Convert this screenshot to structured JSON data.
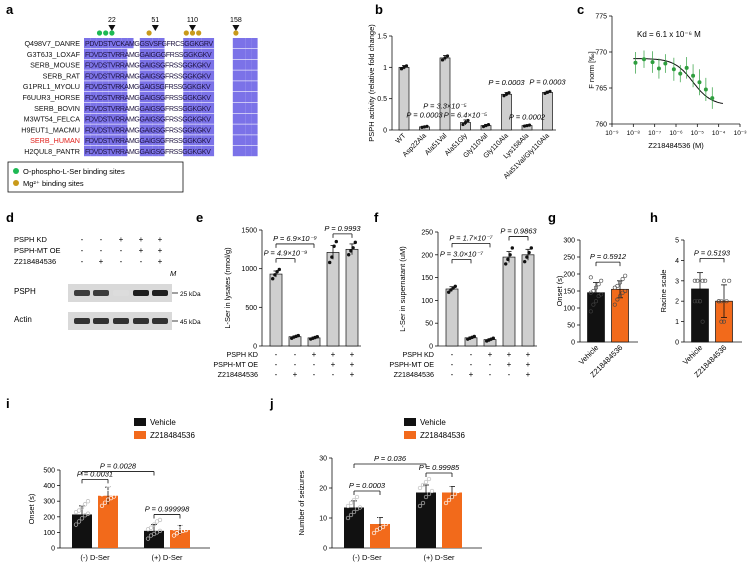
{
  "panel_a": {
    "letter": "a",
    "positions": [
      "22",
      "51",
      "110",
      "158"
    ],
    "rows": [
      {
        "name": "Q498V7_DANRE",
        "seq": "PDVDSTVCKAMGGSVSFGFRCSGGKGRV",
        "highlight": false
      },
      {
        "name": "G3T6J3_LOXAF",
        "seq": "FDVDSTVRRAMGGAIGGGFRSSGGKGKV",
        "highlight": false
      },
      {
        "name": "SERB_MOUSE",
        "seq": "FDVDSTVRRAMGGAIGSGFRSSGGKGKV",
        "highlight": false
      },
      {
        "name": "SERB_RAT",
        "seq": "FDVDSTVRRAMGGAIGSGFRSSGGKGKV",
        "highlight": false
      },
      {
        "name": "G1PRL1_MYOLU",
        "seq": "FDVDSTVRKAMGGAIGSGFRSSGGKGKV",
        "highlight": false
      },
      {
        "name": "F6UUR3_HORSE",
        "seq": "FDVDSTVRRAMGGAIGSGFRSSGGKGKV",
        "highlight": false
      },
      {
        "name": "SERB_BOVIN",
        "seq": "FDVDSTVRRAMGGAIGSGFRSSGGKGKV",
        "highlight": false
      },
      {
        "name": "M3WT54_FELCA",
        "seq": "FDVDSTVRRAMGGAIGSGFRSSGGKGKV",
        "highlight": false
      },
      {
        "name": "H9EUT1_MACMU",
        "seq": "FDVDSTVRRAMGGAIGSGFRSSGGKGKV",
        "highlight": false
      },
      {
        "name": "SERB_HUMAN",
        "seq": "FDVDSTVRRAMGGAIGSGFRSSGGKGKV",
        "highlight": true
      },
      {
        "name": "H2QUL8_PANTR",
        "seq": "FDVDSTVRRAMGGAIGSGFRSSGGKGKV",
        "highlight": false
      }
    ],
    "legend": [
      {
        "label": "O-phospho-L-Ser binding sites",
        "color": "#1db954"
      },
      {
        "label": "Mg²⁺ binding sites",
        "color": "#c99a1a"
      }
    ]
  },
  "panel_d": {
    "letter": "d",
    "conditions": [
      {
        "label": "PSPH KD",
        "values": [
          "-",
          "-",
          "+",
          "+",
          "+"
        ]
      },
      {
        "label": "PSPH-MT OE",
        "values": [
          "-",
          "-",
          "-",
          "+",
          "+"
        ]
      },
      {
        "label": "Z218484536",
        "values": [
          "-",
          "+",
          "-",
          "-",
          "+"
        ]
      }
    ],
    "marker": "M",
    "blots": [
      {
        "label": "PSPH",
        "kda": "25 kDa",
        "intensity": [
          0.85,
          0.85,
          0.05,
          1.0,
          1.0
        ]
      },
      {
        "label": "Actin",
        "kda": "45 kDa",
        "intensity": [
          0.9,
          0.9,
          0.9,
          0.9,
          0.9
        ]
      }
    ]
  },
  "chart_data": [
    {
      "panel": "b",
      "type": "bar",
      "ylabel": "PSPH activity (relative fold change)",
      "ylim": [
        0,
        1.5
      ],
      "yticks": [
        0,
        0.5,
        1.0,
        1.5
      ],
      "categories": [
        "WT",
        "Asp22Ala",
        "Ala51Val",
        "Ala51Gly",
        "Gly110Val",
        "Gly110Ala",
        "Lys158Ala",
        "Ala51Val/Gly110Ala"
      ],
      "values": [
        1.0,
        0.05,
        1.15,
        0.12,
        0.07,
        0.57,
        0.07,
        0.6
      ],
      "errors": [
        0.03,
        0.01,
        0.04,
        0.04,
        0.02,
        0.03,
        0.01,
        0.02
      ],
      "annotations": [
        {
          "text": "P = 0.0003",
          "category": 1,
          "y": 0.2
        },
        {
          "text": "P = 3.3×10⁻⁵",
          "category": 2,
          "y": 0.34
        },
        {
          "text": "P = 6.4×10⁻⁵",
          "category": 3,
          "y": 0.2
        },
        {
          "text": "P = 0.0003",
          "category": 5,
          "y": 0.72
        },
        {
          "text": "P = 0.0002",
          "category": 6,
          "y": 0.17
        },
        {
          "text": "P = 0.0003",
          "category": 7,
          "y": 0.73
        }
      ]
    },
    {
      "panel": "c",
      "type": "scatter",
      "ylabel": "F norm [‰]",
      "xlabel": "Z218484536 (M)",
      "annotation": "Kd = 6.1 x 10⁻⁶ M",
      "xscale": "log",
      "xlim_exp": [
        -9,
        -3
      ],
      "xtick_labels": [
        "10⁻⁹",
        "10⁻⁸",
        "10⁻⁷",
        "10⁻⁶",
        "10⁻⁵",
        "10⁻⁴",
        "10⁻³"
      ],
      "ylim": [
        760,
        775
      ],
      "yticks": [
        760,
        765,
        770,
        775
      ],
      "x_exp": [
        -7.9,
        -7.5,
        -7.1,
        -6.8,
        -6.5,
        -6.1,
        -5.8,
        -5.5,
        -5.2,
        -4.9,
        -4.6,
        -4.3
      ],
      "y": [
        768.5,
        769.0,
        768.6,
        767.7,
        768.4,
        767.6,
        767.0,
        767.8,
        766.7,
        765.8,
        764.8,
        763.6
      ],
      "yerr": [
        1.5,
        1.2,
        1.5,
        1.4,
        1.3,
        1.6,
        1.2,
        1.5,
        1.6,
        1.8,
        1.6,
        1.5
      ],
      "fit": {
        "top": 769.1,
        "bottom": 762.6,
        "kd_exp": -5.21
      }
    },
    {
      "panel": "e",
      "type": "bar",
      "ylabel": "L-Ser in lysates (nmol/g)",
      "ylim": [
        0,
        1500
      ],
      "yticks": [
        0,
        500,
        1000,
        1500
      ],
      "values": [
        930,
        120,
        105,
        1210,
        1250
      ],
      "errors": [
        40,
        10,
        10,
        90,
        70
      ],
      "points": [
        [
          870,
          920,
          960,
          990
        ],
        [
          100,
          115,
          125,
          135
        ],
        [
          90,
          100,
          110,
          120
        ],
        [
          1080,
          1150,
          1290,
          1350
        ],
        [
          1180,
          1230,
          1270,
          1340
        ]
      ],
      "conditions": [
        {
          "label": "PSPH KD",
          "values": [
            "-",
            "-",
            "+",
            "+",
            "+"
          ]
        },
        {
          "label": "PSPH-MT OE",
          "values": [
            "-",
            "-",
            "-",
            "+",
            "+"
          ]
        },
        {
          "label": "Z218484536",
          "values": [
            "-",
            "+",
            "-",
            "-",
            "+"
          ]
        }
      ],
      "comparisons": [
        {
          "text": "P = 6.9×10⁻⁹",
          "from": 0,
          "to": 2,
          "y": 1320
        },
        {
          "text": "P = 4.9×10⁻⁹",
          "from": 0,
          "to": 1,
          "y": 1130
        },
        {
          "text": "P = 0.9993",
          "from": 3,
          "to": 4,
          "y": 1450
        }
      ]
    },
    {
      "panel": "f",
      "type": "bar",
      "ylabel": "L-Ser in supernatant (uM)",
      "ylim": [
        0,
        250
      ],
      "yticks": [
        0,
        50,
        100,
        150,
        200,
        250
      ],
      "values": [
        125,
        18,
        14,
        195,
        200
      ],
      "errors": [
        5,
        2,
        2,
        12,
        12
      ],
      "points": [
        [
          118,
          123,
          127,
          131
        ],
        [
          15,
          17,
          19,
          21
        ],
        [
          11,
          13,
          15,
          17
        ],
        [
          180,
          190,
          200,
          215
        ],
        [
          185,
          195,
          205,
          215
        ]
      ],
      "conditions": [
        {
          "label": "PSPH KD",
          "values": [
            "-",
            "-",
            "+",
            "+",
            "+"
          ]
        },
        {
          "label": "PSPH-MT OE",
          "values": [
            "-",
            "-",
            "-",
            "+",
            "+"
          ]
        },
        {
          "label": "Z218484536",
          "values": [
            "-",
            "+",
            "-",
            "-",
            "+"
          ]
        }
      ],
      "comparisons": [
        {
          "text": "P = 3.0×10⁻⁷",
          "from": 0,
          "to": 1,
          "y": 190
        },
        {
          "text": "P = 1.7×10⁻⁷",
          "from": 0,
          "to": 2,
          "y": 225
        },
        {
          "text": "P = 0.9863",
          "from": 3,
          "to": 4,
          "y": 240
        }
      ]
    },
    {
      "panel": "g",
      "type": "bar",
      "ylabel": "Onset (s)",
      "ylim": [
        0,
        300
      ],
      "yticks": [
        0,
        50,
        100,
        150,
        200,
        250,
        300
      ],
      "categories": [
        "Vehicle",
        "Z218484536"
      ],
      "values": [
        145,
        155
      ],
      "errors": [
        30,
        25
      ],
      "points": [
        [
          90,
          110,
          120,
          135,
          140,
          145,
          150,
          160,
          170,
          180,
          190
        ],
        [
          110,
          125,
          135,
          145,
          150,
          160,
          165,
          175,
          185,
          195
        ]
      ],
      "comparisons": [
        {
          "text": "P = 0.5912",
          "from": 0,
          "to": 1,
          "y": 235
        }
      ]
    },
    {
      "panel": "h",
      "type": "bar",
      "ylabel": "Racine scale",
      "ylim": [
        0,
        5
      ],
      "yticks": [
        0,
        1,
        2,
        3,
        4,
        5
      ],
      "categories": [
        "Vehicle",
        "Z218484536"
      ],
      "values": [
        2.6,
        2.0
      ],
      "errors": [
        0.8,
        0.8
      ],
      "points": [
        [
          2,
          2,
          2,
          3,
          3,
          3,
          3,
          2,
          1
        ],
        [
          2,
          2,
          1,
          2,
          3,
          2,
          1,
          3
        ]
      ],
      "comparisons": [
        {
          "text": "P = 0.5193",
          "from": 0,
          "to": 1,
          "y": 4.1
        }
      ]
    },
    {
      "panel": "i",
      "type": "bar",
      "ylabel": "Onset (s)",
      "ylim": [
        0,
        500
      ],
      "yticks": [
        0,
        100,
        200,
        300,
        400,
        500
      ],
      "groups": [
        "(-) D-Ser",
        "(+) D-Ser"
      ],
      "series": [
        {
          "name": "Vehicle",
          "color": "#111111",
          "values": [
            215,
            110
          ],
          "errors": [
            55,
            40
          ],
          "points": [
            [
              150,
              170,
              190,
              210,
              220,
              230,
              240,
              260,
              280,
              300
            ],
            [
              60,
              80,
              90,
              100,
              110,
              120,
              130,
              150,
              170,
              180
            ]
          ]
        },
        {
          "name": "Z218484536",
          "color": "#f26a1b",
          "values": [
            335,
            115
          ],
          "errors": [
            55,
            30
          ],
          "points": [
            [
              270,
              290,
              310,
              320,
              330,
              345,
              360,
              380,
              400,
              430
            ],
            [
              80,
              95,
              105,
              110,
              115,
              125,
              135,
              145,
              155
            ]
          ]
        }
      ],
      "comparisons": [
        {
          "text": "P = 0.0031",
          "from": [
            0,
            0
          ],
          "to": [
            0,
            1
          ],
          "y": 440
        },
        {
          "text": "P = 0.0028",
          "from": [
            0,
            0
          ],
          "to": [
            1,
            0
          ],
          "y": 490
        },
        {
          "text": "P = 0.999998",
          "from": [
            1,
            0
          ],
          "to": [
            1,
            1
          ],
          "y": 215
        }
      ]
    },
    {
      "panel": "j",
      "type": "bar",
      "ylabel": "Number of seizures",
      "ylim": [
        0,
        30
      ],
      "yticks": [
        0,
        10,
        20,
        30
      ],
      "groups": [
        "(-) D-Ser",
        "(+) D-Ser"
      ],
      "series": [
        {
          "name": "Vehicle",
          "color": "#111111",
          "values": [
            13.5,
            18.5
          ],
          "errors": [
            2.2,
            2.5
          ],
          "points": [
            [
              10,
              11,
              12,
              13,
              13.5,
              14,
              15,
              16,
              17
            ],
            [
              14,
              15,
              17,
              18,
              19,
              20,
              21,
              22,
              23
            ]
          ]
        },
        {
          "name": "Z218484536",
          "color": "#f26a1b",
          "values": [
            8,
            18.5
          ],
          "errors": [
            2.2,
            2.0
          ],
          "points": [
            [
              5,
              6,
              6.5,
              7,
              8,
              9,
              10,
              11,
              12
            ],
            [
              15,
              16,
              17,
              18,
              19,
              20,
              21,
              22
            ]
          ]
        }
      ],
      "comparisons": [
        {
          "text": "P = 0.0003",
          "from": [
            0,
            0
          ],
          "to": [
            0,
            1
          ],
          "y": 19
        },
        {
          "text": "P = 0.036",
          "from": [
            0,
            0
          ],
          "to": [
            1,
            0
          ],
          "y": 28
        },
        {
          "text": "P = 0.99985",
          "from": [
            1,
            0
          ],
          "to": [
            1,
            1
          ],
          "y": 25
        }
      ]
    }
  ]
}
